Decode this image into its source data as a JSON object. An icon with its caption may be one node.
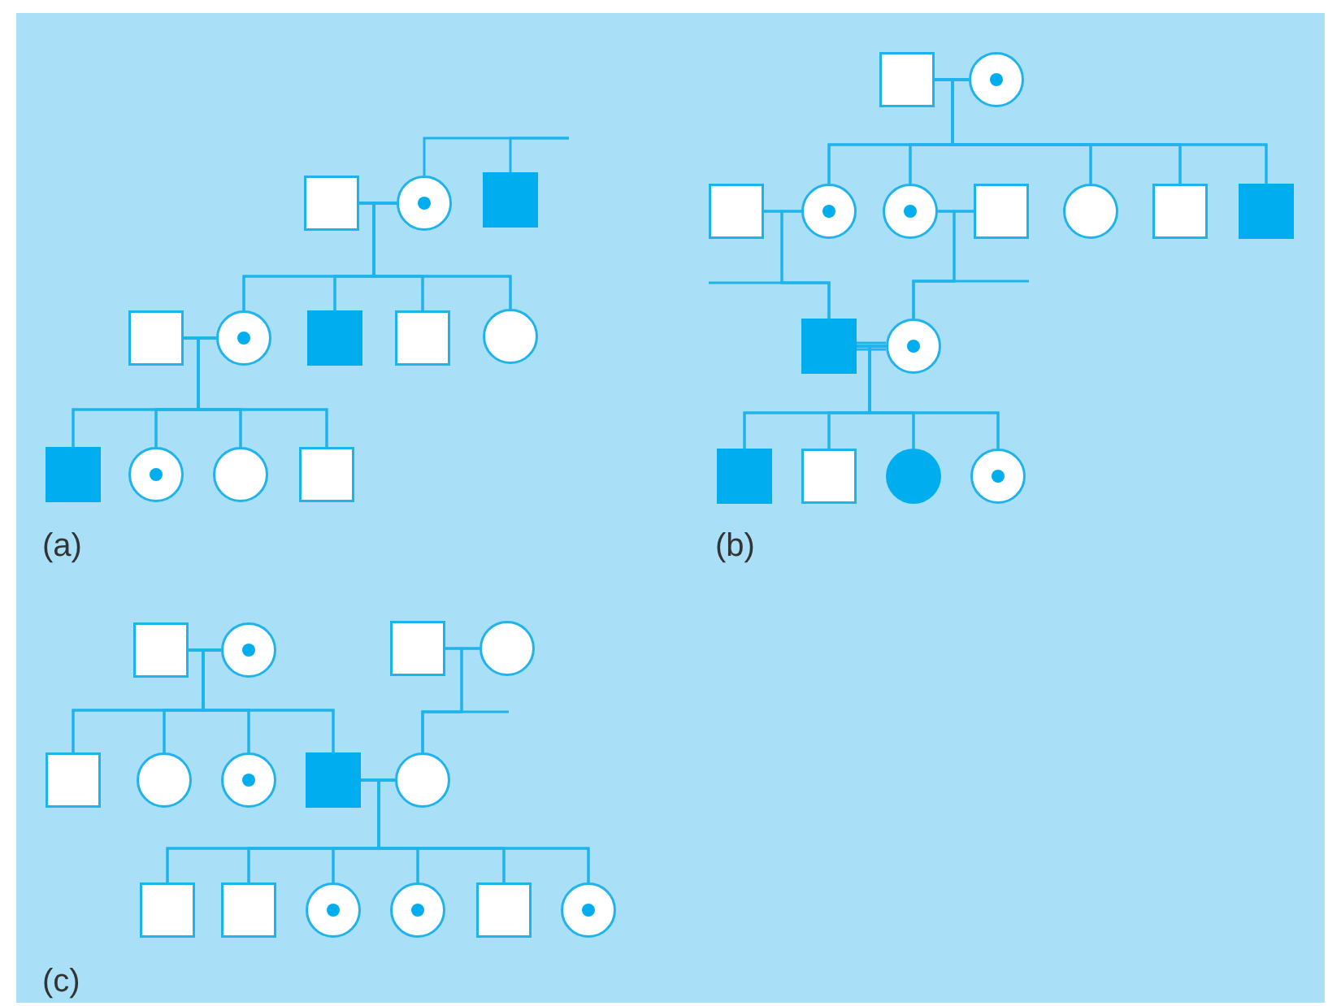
{
  "diagram": {
    "nodes": [
      {
        "text": [],
        "shape": "square"
      },
      {
        "text": [],
        "shape": "dotted-circle"
      },
      {
        "text": [],
        "shape": "filled-square"
      },
      {
        "text": [],
        "shape": "square"
      },
      {
        "text": [],
        "shape": "dotted-circle"
      },
      {
        "text": [],
        "shape": "filled-square"
      },
      {
        "text": [],
        "shape": "square"
      },
      {
        "text": [],
        "shape": "circle"
      },
      {
        "text": [],
        "shape": "filled-square"
      },
      {
        "text": [],
        "shape": "dotted-circle"
      },
      {
        "text": [],
        "shape": "circle"
      },
      {
        "text": [],
        "shape": "square"
      },
      {
        "text": [],
        "shape": "square"
      },
      {
        "text": [],
        "shape": "dotted-circle"
      },
      {
        "text": [],
        "shape": "square"
      },
      {
        "text": [],
        "shape": "dotted-circle"
      },
      {
        "text": [],
        "shape": "dotted-circle"
      },
      {
        "text": [],
        "shape": "square"
      },
      {
        "text": [],
        "shape": "circle"
      },
      {
        "text": [],
        "shape": "square"
      },
      {
        "text": [],
        "shape": "filled-square"
      },
      {
        "text": [],
        "shape": "filled-square"
      },
      {
        "text": [],
        "shape": "dotted-circle"
      },
      {
        "text": [],
        "shape": "filled-square"
      },
      {
        "text": [],
        "shape": "square"
      },
      {
        "text": [],
        "shape": "filled-circle"
      },
      {
        "text": [],
        "shape": "dotted-circle"
      },
      {
        "text": [],
        "shape": "square"
      },
      {
        "text": [],
        "shape": "dotted-circle"
      },
      {
        "text": [],
        "shape": "square"
      },
      {
        "text": [],
        "shape": "circle"
      },
      {
        "text": [],
        "shape": "square"
      },
      {
        "text": [],
        "shape": "circle"
      },
      {
        "text": [],
        "shape": "dotted-circle"
      },
      {
        "text": [],
        "shape": "filled-square"
      },
      {
        "text": [],
        "shape": "circle"
      },
      {
        "text": [],
        "shape": "square"
      },
      {
        "text": [],
        "shape": "square"
      },
      {
        "text": [],
        "shape": "dotted-circle"
      },
      {
        "text": [],
        "shape": "dotted-circle"
      },
      {
        "text": [],
        "shape": "square"
      },
      {
        "text": [],
        "shape": "dotted-circle"
      }
    ],
    "edges": [
      {
        "from": null,
        "to": 1,
        "arrow": "none"
      },
      {
        "from": null,
        "to": 2,
        "arrow": "none"
      },
      {
        "from": 0,
        "to": 1,
        "arrow": "none"
      },
      {
        "from": 0,
        "to": 4,
        "arrow": "none"
      },
      {
        "from": 0,
        "to": 5,
        "arrow": "none"
      },
      {
        "from": 0,
        "to": 6,
        "arrow": "none"
      },
      {
        "from": 0,
        "to": 7,
        "arrow": "none"
      },
      {
        "from": 1,
        "to": 4,
        "arrow": "none"
      },
      {
        "from": 1,
        "to": 5,
        "arrow": "none"
      },
      {
        "from": 1,
        "to": 6,
        "arrow": "none"
      },
      {
        "from": 1,
        "to": 7,
        "arrow": "none"
      },
      {
        "from": 3,
        "to": 4,
        "arrow": "none"
      },
      {
        "from": 3,
        "to": 8,
        "arrow": "none"
      },
      {
        "from": 3,
        "to": 9,
        "arrow": "none"
      },
      {
        "from": 3,
        "to": 10,
        "arrow": "none"
      },
      {
        "from": 3,
        "to": 11,
        "arrow": "none"
      },
      {
        "from": 4,
        "to": 8,
        "arrow": "none"
      },
      {
        "from": 4,
        "to": 9,
        "arrow": "none"
      },
      {
        "from": 4,
        "to": 10,
        "arrow": "none"
      },
      {
        "from": 4,
        "to": 11,
        "arrow": "none"
      },
      {
        "from": 12,
        "to": 13,
        "arrow": "none"
      },
      {
        "from": 12,
        "to": 15,
        "arrow": "none"
      },
      {
        "from": 12,
        "to": 16,
        "arrow": "none"
      },
      {
        "from": 12,
        "to": 18,
        "arrow": "none"
      },
      {
        "from": 12,
        "to": 19,
        "arrow": "none"
      },
      {
        "from": 12,
        "to": 20,
        "arrow": "none"
      },
      {
        "from": 13,
        "to": 15,
        "arrow": "none"
      },
      {
        "from": 13,
        "to": 16,
        "arrow": "none"
      },
      {
        "from": 13,
        "to": 18,
        "arrow": "none"
      },
      {
        "from": 13,
        "to": 19,
        "arrow": "none"
      },
      {
        "from": 13,
        "to": 20,
        "arrow": "none"
      },
      {
        "from": 14,
        "to": 15,
        "arrow": "none"
      },
      {
        "from": 14,
        "to": 21,
        "arrow": "none"
      },
      {
        "from": 15,
        "to": 21,
        "arrow": "none"
      },
      {
        "from": null,
        "to": 21,
        "arrow": "none"
      },
      {
        "from": 16,
        "to": 17,
        "arrow": "none"
      },
      {
        "from": 16,
        "to": 22,
        "arrow": "none"
      },
      {
        "from": 17,
        "to": 22,
        "arrow": "none"
      },
      {
        "from": null,
        "to": 22,
        "arrow": "none"
      },
      {
        "from": 21,
        "to": 22,
        "arrow": "none"
      },
      {
        "from": 21,
        "to": 23,
        "arrow": "none"
      },
      {
        "from": 21,
        "to": 24,
        "arrow": "none"
      },
      {
        "from": 21,
        "to": 25,
        "arrow": "none"
      },
      {
        "from": 21,
        "to": 26,
        "arrow": "none"
      },
      {
        "from": 22,
        "to": 23,
        "arrow": "none"
      },
      {
        "from": 22,
        "to": 24,
        "arrow": "none"
      },
      {
        "from": 22,
        "to": 25,
        "arrow": "none"
      },
      {
        "from": 22,
        "to": 26,
        "arrow": "none"
      },
      {
        "from": 27,
        "to": 28,
        "arrow": "none"
      },
      {
        "from": 27,
        "to": 31,
        "arrow": "none"
      },
      {
        "from": 27,
        "to": 32,
        "arrow": "none"
      },
      {
        "from": 27,
        "to": 33,
        "arrow": "none"
      },
      {
        "from": 27,
        "to": 34,
        "arrow": "none"
      },
      {
        "from": 28,
        "to": 31,
        "arrow": "none"
      },
      {
        "from": 28,
        "to": 32,
        "arrow": "none"
      },
      {
        "from": 28,
        "to": 33,
        "arrow": "none"
      },
      {
        "from": 28,
        "to": 34,
        "arrow": "none"
      },
      {
        "from": 29,
        "to": 30,
        "arrow": "none"
      },
      {
        "from": 29,
        "to": 35,
        "arrow": "none"
      },
      {
        "from": 30,
        "to": 35,
        "arrow": "none"
      },
      {
        "from": null,
        "to": 35,
        "arrow": "none"
      },
      {
        "from": 34,
        "to": 35,
        "arrow": "none"
      },
      {
        "from": 34,
        "to": 36,
        "arrow": "none"
      },
      {
        "from": 34,
        "to": 37,
        "arrow": "none"
      },
      {
        "from": 34,
        "to": 38,
        "arrow": "none"
      },
      {
        "from": 34,
        "to": 39,
        "arrow": "none"
      },
      {
        "from": 34,
        "to": 40,
        "arrow": "none"
      },
      {
        "from": 34,
        "to": 41,
        "arrow": "none"
      },
      {
        "from": 35,
        "to": 36,
        "arrow": "none"
      },
      {
        "from": 35,
        "to": 37,
        "arrow": "none"
      },
      {
        "from": 35,
        "to": 38,
        "arrow": "none"
      },
      {
        "from": 35,
        "to": 39,
        "arrow": "none"
      },
      {
        "from": 35,
        "to": 40,
        "arrow": "none"
      },
      {
        "from": 35,
        "to": 41,
        "arrow": "none"
      }
    ],
    "labels": [
      "(a)",
      "(b)",
      "(c)"
    ]
  }
}
